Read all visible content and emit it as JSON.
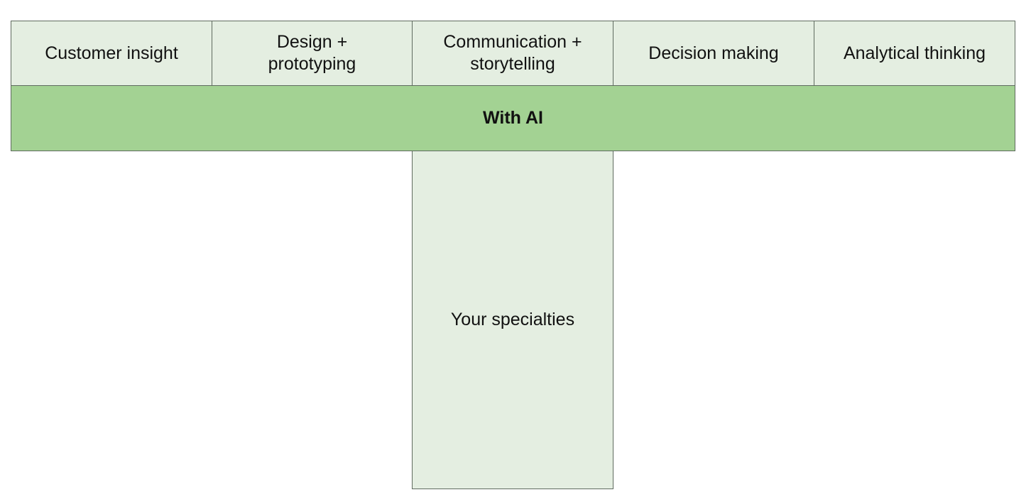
{
  "skills": [
    {
      "label": "Customer insight"
    },
    {
      "label": "Design + prototyping"
    },
    {
      "label": "Communication + storytelling"
    },
    {
      "label": "Decision making"
    },
    {
      "label": "Analytical thinking"
    }
  ],
  "band": {
    "label": "With AI"
  },
  "stem": {
    "label": "Your specialties"
  },
  "colors": {
    "skill_fill": "#e4eee1",
    "band_fill": "#a3d293",
    "border": "#5f6b5f"
  }
}
